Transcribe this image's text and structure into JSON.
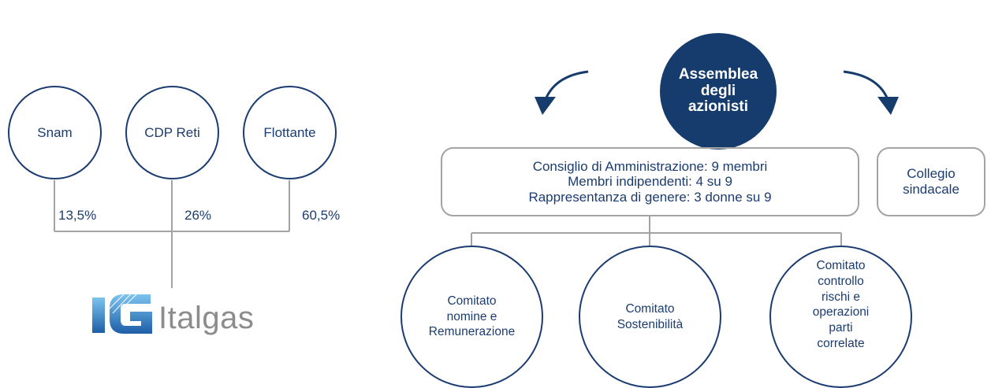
{
  "shareholders": [
    {
      "name": "Snam",
      "percent": "13,5%"
    },
    {
      "name": "CDP Reti",
      "percent": "26%"
    },
    {
      "name": "Flottante",
      "percent": "60,5%"
    }
  ],
  "company": {
    "name": "Italgas",
    "logo_letters": "IG"
  },
  "assembly": {
    "line1": "Assemblea",
    "line2": "degli",
    "line3": "azionisti"
  },
  "board": {
    "line1": "Consiglio di Amministrazione: 9 membri",
    "line2": "Membri indipendenti: 4 su 9",
    "line3": "Rappresentanza di genere: 3 donne su 9"
  },
  "statutory_auditors": {
    "line1": "Collegio",
    "line2": "sindacale"
  },
  "committees": [
    {
      "lines": [
        "Comitato",
        "nomine e",
        "Remunerazione"
      ]
    },
    {
      "lines": [
        "Comitato",
        "Sostenibilità"
      ]
    },
    {
      "lines": [
        "Comitato",
        "controllo",
        "rischi e",
        "operazioni",
        "parti",
        "correlate"
      ]
    }
  ],
  "colors": {
    "navy": "#163b6d",
    "grey_line": "#a3a3a3",
    "logo_blue": "#2a6fb7",
    "logo_grey": "#8c8c8c"
  }
}
